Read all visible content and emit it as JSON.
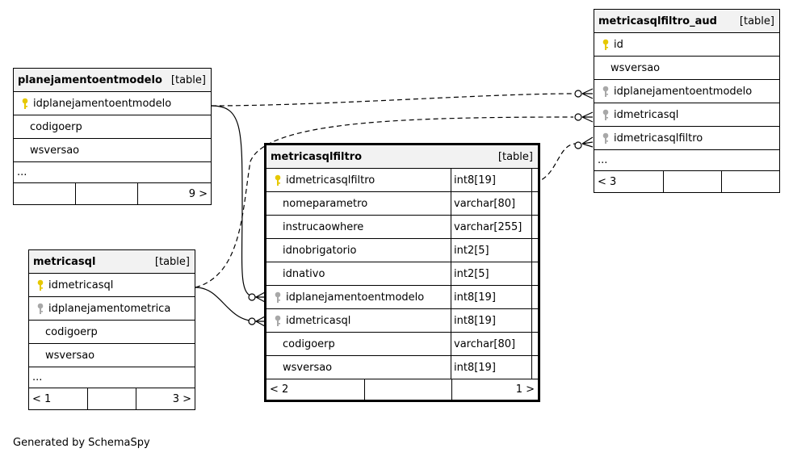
{
  "tables": {
    "planejamentoentmodelo": {
      "name": "planejamentoentmodelo",
      "type": "[table]",
      "columns": [
        {
          "name": "idplanejamentoentmodelo",
          "key": "primary"
        },
        {
          "name": "codigoerp",
          "key": "none"
        },
        {
          "name": "wsversao",
          "key": "none"
        }
      ],
      "more": "...",
      "footer": [
        "",
        "",
        "9 >"
      ]
    },
    "metricasql": {
      "name": "metricasql",
      "type": "[table]",
      "columns": [
        {
          "name": "idmetricasql",
          "key": "primary"
        },
        {
          "name": "idplanejamentometrica",
          "key": "foreign"
        },
        {
          "name": "codigoerp",
          "key": "none"
        },
        {
          "name": "wsversao",
          "key": "none"
        }
      ],
      "more": "...",
      "footer": [
        "< 1",
        "",
        "3 >"
      ]
    },
    "metricasqlfiltro": {
      "name": "metricasqlfiltro",
      "type": "[table]",
      "columns": [
        {
          "name": "idmetricasqlfiltro",
          "type": "int8[19]",
          "key": "primary"
        },
        {
          "name": "nomeparametro",
          "type": "varchar[80]",
          "key": "none"
        },
        {
          "name": "instrucaowhere",
          "type": "varchar[255]",
          "key": "none"
        },
        {
          "name": "idnobrigatorio",
          "type": "int2[5]",
          "key": "none"
        },
        {
          "name": "idnativo",
          "type": "int2[5]",
          "key": "none"
        },
        {
          "name": "idplanejamentoentmodelo",
          "type": "int8[19]",
          "key": "foreign"
        },
        {
          "name": "idmetricasql",
          "type": "int8[19]",
          "key": "foreign"
        },
        {
          "name": "codigoerp",
          "type": "varchar[80]",
          "key": "none"
        },
        {
          "name": "wsversao",
          "type": "int8[19]",
          "key": "none"
        }
      ],
      "footer": [
        "< 2",
        "",
        "1 >"
      ]
    },
    "metricasqlfiltro_aud": {
      "name": "metricasqlfiltro_aud",
      "type": "[table]",
      "columns": [
        {
          "name": "id",
          "key": "primary"
        },
        {
          "name": "wsversao",
          "key": "none"
        },
        {
          "name": "idplanejamentoentmodelo",
          "key": "foreign"
        },
        {
          "name": "idmetricasql",
          "key": "foreign"
        },
        {
          "name": "idmetricasqlfiltro",
          "key": "foreign"
        }
      ],
      "more": "...",
      "footer": [
        "< 3",
        "",
        ""
      ]
    }
  },
  "generated_by": "Generated by SchemaSpy",
  "colors": {
    "primary_key": "#e6c800",
    "foreign_key": "#a8a8a8",
    "header_bg": "#f2f2f2"
  }
}
